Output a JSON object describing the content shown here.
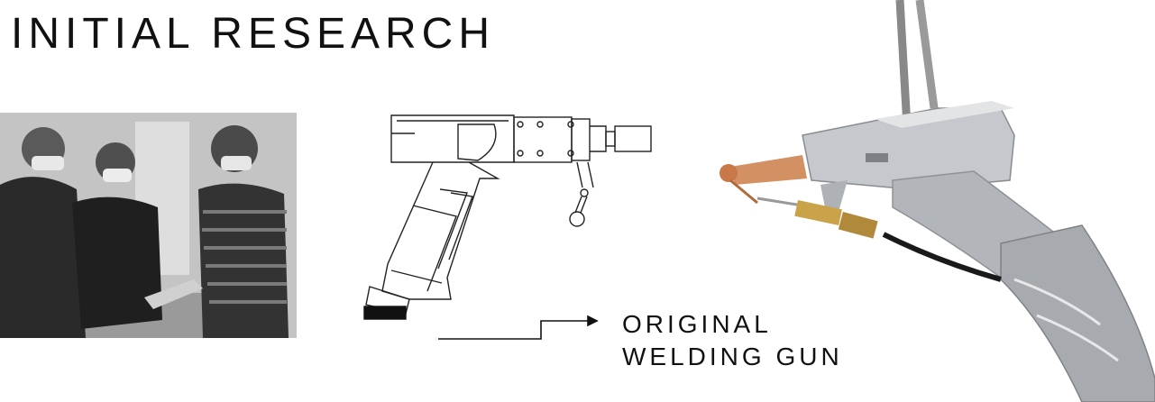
{
  "header": {
    "title": "INITIAL RESEARCH"
  },
  "callout": {
    "line1": "ORIGINAL",
    "line2": "WELDING GUN"
  },
  "icons": {
    "photo": "research-team-photo",
    "drawing": "welding-gun-line-drawing",
    "product": "laser-welding-head-photo",
    "arrow": "callout-arrow-icon"
  },
  "colors": {
    "text": "#111111",
    "metal": "#b8bcc0",
    "brass": "#c9a24a",
    "copper": "#d08a5a"
  }
}
